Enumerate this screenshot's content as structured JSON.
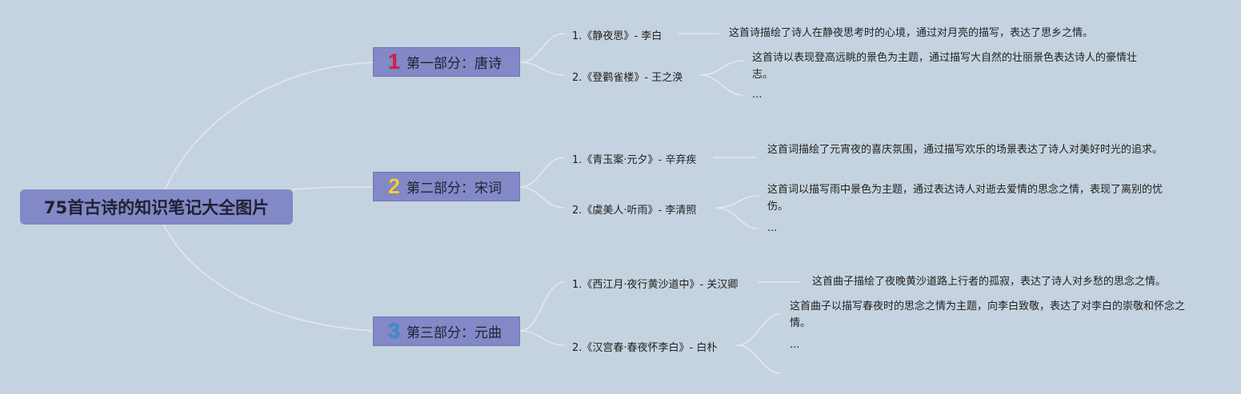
{
  "root": {
    "title": "75首古诗的知识笔记大全图片"
  },
  "branches": [
    {
      "number": "1",
      "number_color": "#d8203f",
      "label": "第一部分：唐诗",
      "poems": [
        {
          "title": "1.《静夜思》- 李白",
          "desc": "这首诗描绘了诗人在静夜思考时的心境，通过对月亮的描写，表达了思乡之情。"
        },
        {
          "title": "2.《登鹳雀楼》- 王之涣",
          "desc": "这首诗以表现登高远眺的景色为主题，通过描写大自然的壮丽景色表达诗人的豪情壮志。",
          "more": "..."
        }
      ]
    },
    {
      "number": "2",
      "number_color": "#f5cf3a",
      "label": "第二部分：宋词",
      "poems": [
        {
          "title": "1.《青玉案·元夕》- 辛弃疾",
          "desc": "这首词描绘了元宵夜的喜庆氛围，通过描写欢乐的场景表达了诗人对美好时光的追求。"
        },
        {
          "title": "2.《虞美人·听雨》- 李清照",
          "desc": "这首词以描写雨中景色为主题，通过表达诗人对逝去爱情的思念之情，表现了离别的忧伤。",
          "more": "..."
        }
      ]
    },
    {
      "number": "3",
      "number_color": "#3a8fd8",
      "label": "第三部分：元曲",
      "poems": [
        {
          "title": "1.《西江月·夜行黄沙道中》- 关汉卿",
          "desc": "这首曲子描绘了夜晚黄沙道路上行者的孤寂，表达了诗人对乡愁的思念之情。"
        },
        {
          "title": "2.《汉宫春·春夜怀李白》- 白朴",
          "desc": "这首曲子以描写春夜时的思念之情为主题，向李白致敬，表达了对李白的崇敬和怀念之情。",
          "more": "..."
        }
      ]
    }
  ],
  "colors": {
    "background": "#c5d3e0",
    "node": "#8388c6",
    "connector": "#e6e8f0"
  }
}
